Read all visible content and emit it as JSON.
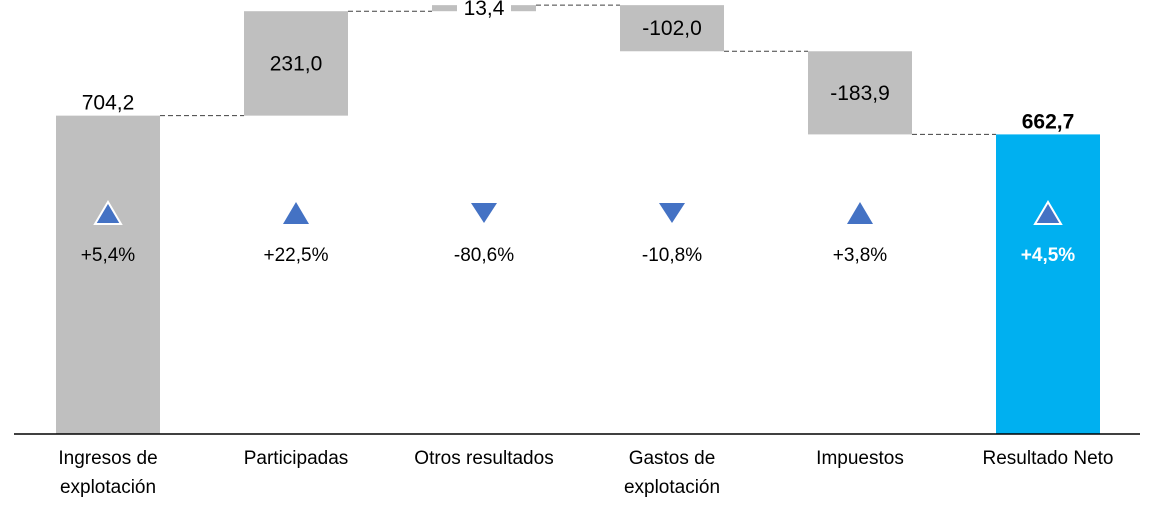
{
  "chart_data": {
    "type": "waterfall",
    "categories": [
      [
        "Ingresos de",
        "explotación"
      ],
      [
        "Participadas"
      ],
      [
        "Otros resultados"
      ],
      [
        "Gastos de",
        "explotación"
      ],
      [
        "Impuestos"
      ],
      [
        "Resultado Neto"
      ]
    ],
    "steps": [
      {
        "kind": "total",
        "value": 704.2,
        "label": "704,2",
        "change": "+5,4%",
        "arrow": "up"
      },
      {
        "kind": "delta",
        "value": 231.0,
        "label": "231,0",
        "change": "+22,5%",
        "arrow": "up"
      },
      {
        "kind": "delta",
        "value": 13.4,
        "label": "13,4",
        "change": "-80,6%",
        "arrow": "down"
      },
      {
        "kind": "delta",
        "value": -102.0,
        "label": "-102,0",
        "change": "-10,8%",
        "arrow": "down"
      },
      {
        "kind": "delta",
        "value": -183.9,
        "label": "-183,9",
        "change": "+3,8%",
        "arrow": "up"
      },
      {
        "kind": "total",
        "value": 662.7,
        "label": "662,7",
        "change": "+4,5%",
        "arrow": "up"
      }
    ],
    "colors": {
      "bar": "#bfbfbf",
      "total_bar": "#00b0f0",
      "arrow": "#4472c4",
      "connector": "#404040",
      "axis": "#000000"
    },
    "ylim": [
      0,
      960
    ]
  }
}
